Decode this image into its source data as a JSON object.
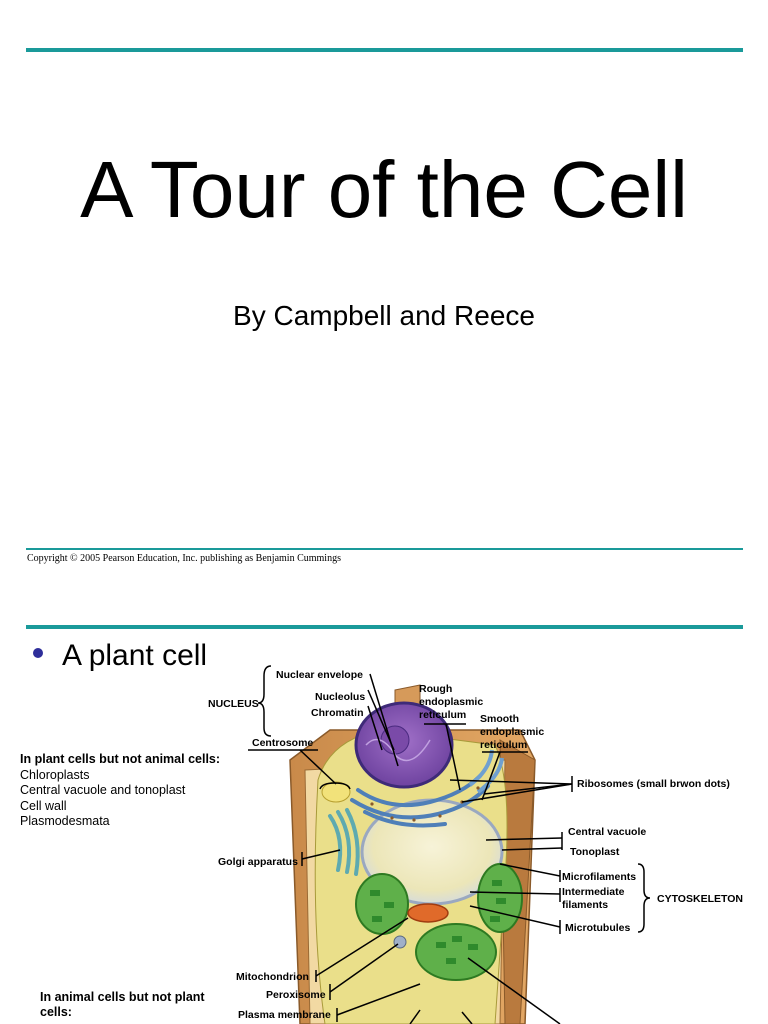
{
  "slide1": {
    "title": "A Tour of the Cell",
    "subtitle": "By Campbell and Reece",
    "copyright": "Copyright © 2005 Pearson Education, Inc. publishing as Benjamin Cummings"
  },
  "slide2": {
    "bullet": "A plant cell",
    "plant_only": {
      "heading": "In plant cells but not animal cells:",
      "items": [
        "Chloroplasts",
        "Central vacuole and tonoplast",
        "Cell wall",
        "Plasmodesmata"
      ]
    },
    "animal_only": {
      "heading": "In animal cells but not plant cells:"
    },
    "labels": {
      "nucleus": "NUCLEUS",
      "nuclear_envelope": "Nuclear envelope",
      "nucleolus": "Nucleolus",
      "chromatin": "Chromatin",
      "rough_er_1": "Rough",
      "rough_er_2": "endoplasmic",
      "rough_er_3": "reticulum",
      "smooth_er_1": "Smooth",
      "smooth_er_2": "endoplasmic",
      "smooth_er_3": "reticulum",
      "centrosome": "Centrosome",
      "ribosomes": "Ribosomes (small brwon dots)",
      "central_vacuole": "Central vacuole",
      "tonoplast": "Tonoplast",
      "golgi": "Golgi apparatus",
      "microfilaments": "Microfilaments",
      "intermediate_1": "Intermediate",
      "intermediate_2": "filaments",
      "cytoskeleton": "CYTOSKELETON",
      "microtubules": "Microtubules",
      "mitochondrion": "Mitochondrion",
      "peroxisome": "Peroxisome",
      "plasma_membrane": "Plasma membrane"
    }
  }
}
